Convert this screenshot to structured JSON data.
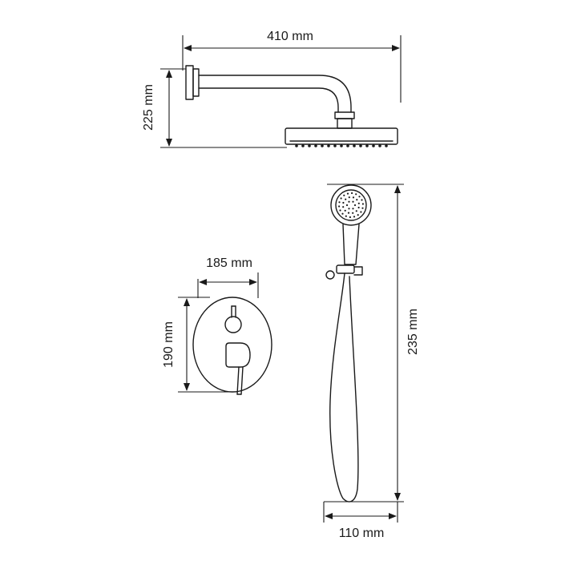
{
  "dimensions": {
    "arm_length": "410 mm",
    "arm_height": "225 mm",
    "mixer_width": "185 mm",
    "mixer_height": "190 mm",
    "handshower_height": "235 mm",
    "handshower_width": "110 mm"
  }
}
